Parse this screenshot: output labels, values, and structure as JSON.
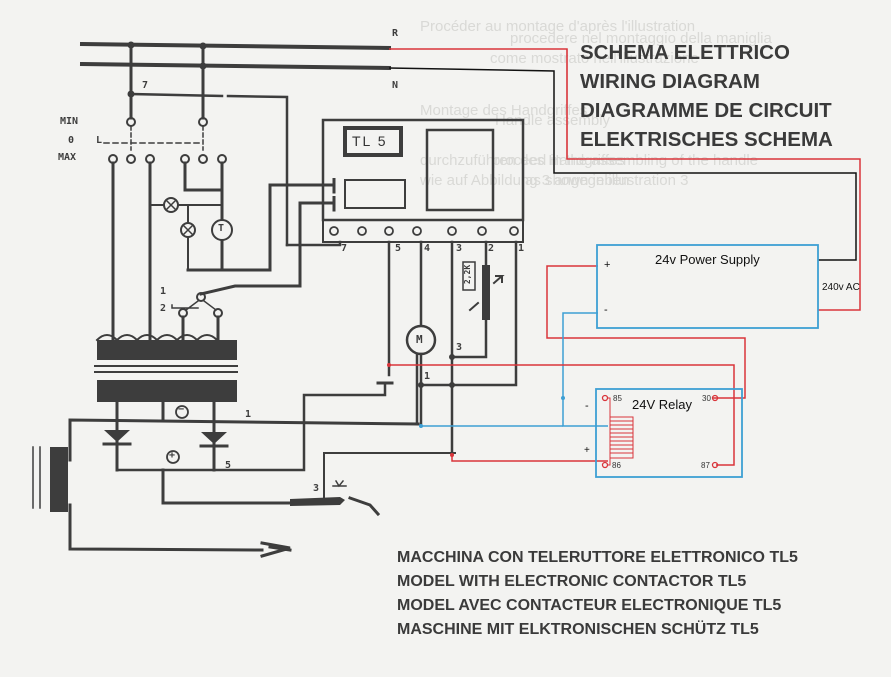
{
  "title_lines": [
    "SCHEMA ELETTRICO",
    "WIRING DIAGRAM",
    "DIAGRAMME DE CIRCUIT",
    "ELEKTRISCHES SCHEMA"
  ],
  "caption_lines": [
    "MACCHINA CON TELERUTTORE ELETTRONICO TL5",
    "MODEL WITH ELECTRONIC CONTACTOR TL5",
    "MODEL AVEC CONTACTEUR ELECTRONIQUE TL5",
    "MASCHINE MIT ELKTRONISCHEN SCHÜTZ TL5"
  ],
  "bleed_through_text": [
    "Procéder au montage d'après l'illustration",
    "procedere nel montaggio della maniglia",
    "come mostrato nell'illustrazione",
    "Montage des Handgriffes",
    "Handle assembly",
    "proceed in the assembling of the handle",
    "as shown in illustration 3",
    "durchzuführen des Handgriffes",
    "wie auf Abbildung 3 angegeben"
  ],
  "lines": {
    "phase": "R",
    "neutral": "N"
  },
  "selector": {
    "positions": [
      "MIN",
      "0",
      "MAX"
    ],
    "l_label": "L",
    "bus_label": "7"
  },
  "controller": {
    "name": "TL 5",
    "terminals": [
      "7",
      "5",
      "4",
      "3",
      "2",
      "1"
    ]
  },
  "components": {
    "motor_label": "M",
    "thermostat_label": "T",
    "potentiometer_label": "2,2K",
    "switch_positions": [
      "1",
      "2"
    ],
    "rectifier_minus": "−",
    "rectifier_plus": "+",
    "node_labels": {
      "motor_common": "1",
      "motor_junction": "3",
      "rectifier_out": "1",
      "rectifier_node": "5",
      "torch_trigger": "3"
    }
  },
  "power_supply": {
    "label": "24v Power Supply",
    "plus": "+",
    "minus": "-",
    "ac_label": "240v AC"
  },
  "relay": {
    "label": "24V Relay",
    "minus": "-",
    "plus": "+",
    "pins": {
      "p85": "85",
      "p86": "86",
      "p30": "30",
      "p87": "87"
    }
  },
  "colors": {
    "ink": "#3d3d3d",
    "red_wire": "#d9343a",
    "blue_wire": "#3d9fd4",
    "black_wire": "#111111",
    "paper": "#f3f3f1"
  }
}
